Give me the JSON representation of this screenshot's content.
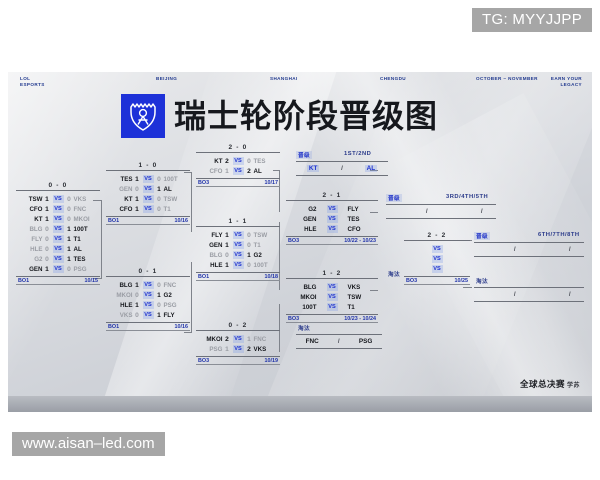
{
  "watermarks": {
    "telegram": "TG: MYYJJPP",
    "site": "www.aisan–led.com"
  },
  "poster": {
    "topbar": {
      "lol_esports": "LOL\nESPORTS",
      "city1": "BEIJING",
      "city2": "SHANGHAI",
      "city3": "CHENGDU",
      "dates": "OCTOBER ~ NOVEMBER",
      "legacy": "EARN YOUR\nLEGACY"
    },
    "title": "瑞士轮阶段晋级图",
    "logo_alt": "worlds-logo",
    "footer_logo": "全球总决赛",
    "footer_logo_sub": "学苏"
  },
  "labels": {
    "qualify": "晋级",
    "eliminate": "淘汰",
    "vs": "VS",
    "slash": "/"
  },
  "groups": [
    {
      "id": "g0-0",
      "title": "0 - 0",
      "format": "BO1",
      "date": "10/15",
      "matches": [
        {
          "left": "TSW",
          "ls": "1",
          "rs": "0",
          "right": "VKS",
          "winner": "left"
        },
        {
          "left": "CFO",
          "ls": "1",
          "rs": "0",
          "right": "FNC",
          "winner": "left"
        },
        {
          "left": "KT",
          "ls": "1",
          "rs": "0",
          "right": "MKOI",
          "winner": "left"
        },
        {
          "left": "BLG",
          "ls": "0",
          "rs": "1",
          "right": "100T",
          "winner": "right"
        },
        {
          "left": "FLY",
          "ls": "0",
          "rs": "1",
          "right": "T1",
          "winner": "right"
        },
        {
          "left": "HLE",
          "ls": "0",
          "rs": "1",
          "right": "AL",
          "winner": "right"
        },
        {
          "left": "G2",
          "ls": "0",
          "rs": "1",
          "right": "TES",
          "winner": "right"
        },
        {
          "left": "GEN",
          "ls": "1",
          "rs": "0",
          "right": "PSG",
          "winner": "left"
        }
      ]
    },
    {
      "id": "g1-0",
      "title": "1 - 0",
      "format": "BO1",
      "date": "10/16",
      "matches": [
        {
          "left": "TES",
          "ls": "1",
          "rs": "0",
          "right": "100T",
          "winner": "left"
        },
        {
          "left": "GEN",
          "ls": "0",
          "rs": "1",
          "right": "AL",
          "winner": "right"
        },
        {
          "left": "KT",
          "ls": "1",
          "rs": "0",
          "right": "TSW",
          "winner": "left"
        },
        {
          "left": "CFO",
          "ls": "1",
          "rs": "0",
          "right": "T1",
          "winner": "left"
        }
      ]
    },
    {
      "id": "g0-1",
      "title": "0 - 1",
      "format": "BO1",
      "date": "10/16",
      "matches": [
        {
          "left": "BLG",
          "ls": "1",
          "rs": "0",
          "right": "FNC",
          "winner": "left"
        },
        {
          "left": "MKOI",
          "ls": "0",
          "rs": "1",
          "right": "G2",
          "winner": "right"
        },
        {
          "left": "HLE",
          "ls": "1",
          "rs": "0",
          "right": "PSG",
          "winner": "left"
        },
        {
          "left": "VKS",
          "ls": "0",
          "rs": "1",
          "right": "FLY",
          "winner": "right"
        }
      ]
    },
    {
      "id": "g2-0",
      "title": "2 - 0",
      "format": "BO3",
      "date": "10/17",
      "matches": [
        {
          "left": "KT",
          "ls": "2",
          "rs": "0",
          "right": "TES",
          "winner": "left"
        },
        {
          "left": "CFO",
          "ls": "1",
          "rs": "2",
          "right": "AL",
          "winner": "right"
        }
      ]
    },
    {
      "id": "g1-1",
      "title": "1 - 1",
      "format": "BO1",
      "date": "10/18",
      "matches": [
        {
          "left": "FLY",
          "ls": "1",
          "rs": "0",
          "right": "TSW",
          "winner": "left"
        },
        {
          "left": "GEN",
          "ls": "1",
          "rs": "0",
          "right": "T1",
          "winner": "left"
        },
        {
          "left": "BLG",
          "ls": "0",
          "rs": "1",
          "right": "G2",
          "winner": "right"
        },
        {
          "left": "HLE",
          "ls": "1",
          "rs": "0",
          "right": "100T",
          "winner": "left"
        }
      ]
    },
    {
      "id": "g0-2",
      "title": "0 - 2",
      "format": "BO3",
      "date": "10/19",
      "matches": [
        {
          "left": "MKOI",
          "ls": "2",
          "rs": "1",
          "right": "FNC",
          "winner": "left"
        },
        {
          "left": "PSG",
          "ls": "1",
          "rs": "2",
          "right": "VKS",
          "winner": "right"
        }
      ]
    },
    {
      "id": "g2-1",
      "title": "2 - 1",
      "format": "BO3",
      "date": "10/22 - 10/23",
      "matches": [
        {
          "left": "G2",
          "ls": "",
          "rs": "",
          "right": "FLY",
          "winner": "none"
        },
        {
          "left": "GEN",
          "ls": "",
          "rs": "",
          "right": "TES",
          "winner": "none"
        },
        {
          "left": "HLE",
          "ls": "",
          "rs": "",
          "right": "CFO",
          "winner": "none"
        }
      ]
    },
    {
      "id": "g1-2",
      "title": "1 - 2",
      "format": "BO3",
      "date": "10/23 - 10/24",
      "matches": [
        {
          "left": "BLG",
          "ls": "",
          "rs": "",
          "right": "VKS",
          "winner": "none"
        },
        {
          "left": "MKOI",
          "ls": "",
          "rs": "",
          "right": "TSW",
          "winner": "none"
        },
        {
          "left": "100T",
          "ls": "",
          "rs": "",
          "right": "T1",
          "winner": "none"
        }
      ]
    },
    {
      "id": "g2-2",
      "title": "2 - 2",
      "format": "BO3",
      "date": "10/25",
      "matches": [
        {
          "left": "",
          "ls": "",
          "rs": "",
          "right": "",
          "winner": "none"
        },
        {
          "left": "",
          "ls": "",
          "rs": "",
          "right": "",
          "winner": "none"
        },
        {
          "left": "",
          "ls": "",
          "rs": "",
          "right": "",
          "winner": "none"
        }
      ]
    }
  ],
  "outcomes": [
    {
      "id": "q-1-2",
      "label": "晋级",
      "rank": "1ST/2ND",
      "slots": [
        "KT",
        "AL"
      ],
      "chip": true
    },
    {
      "id": "q-3-4-5",
      "label": "晋级",
      "rank": "3RD/4TH/5TH",
      "slots": [
        "",
        ""
      ],
      "chip": false
    },
    {
      "id": "q-6-7-8",
      "label": "晋级",
      "rank": "6TH/7TH/8TH",
      "slots": [
        "",
        ""
      ],
      "chip": false
    },
    {
      "id": "e-mid",
      "label": "淘汰",
      "rank": "",
      "slots": [
        "",
        ""
      ],
      "chip": false
    },
    {
      "id": "e-low",
      "label": "淘汰",
      "rank": "",
      "slots": [
        "FNC",
        "PSG"
      ],
      "chip": false
    }
  ]
}
